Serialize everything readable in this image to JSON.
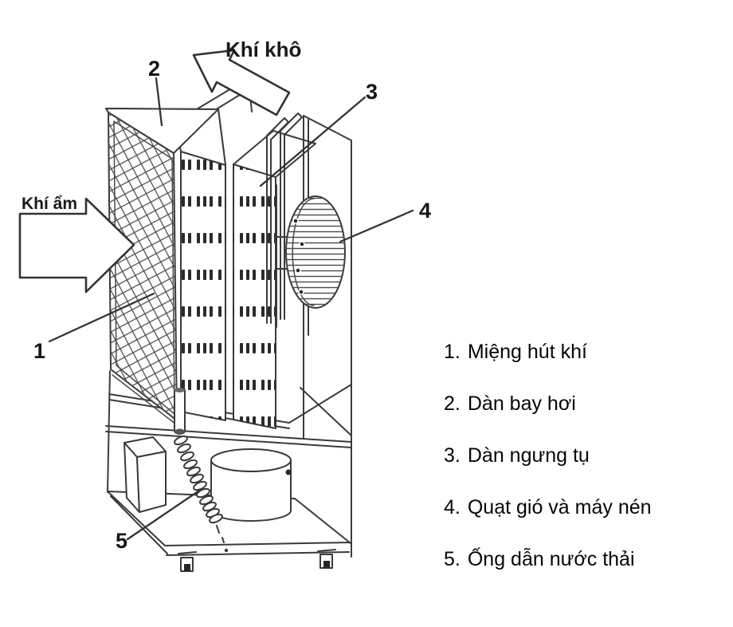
{
  "diagram": {
    "labels": {
      "dry_air": "Khí khô",
      "humid_air": "Khí ẩm"
    },
    "part_numbers": {
      "n1": "1",
      "n2": "2",
      "n3": "3",
      "n4": "4",
      "n5": "5"
    },
    "legend": {
      "items": [
        {
          "number": "1.",
          "label": "Miệng hút khí"
        },
        {
          "number": "2.",
          "label": "Dàn bay hơi"
        },
        {
          "number": "3.",
          "label": "Dàn ngưng tụ"
        },
        {
          "number": "4.",
          "label": "Quạt gió và máy nén"
        },
        {
          "number": "5.",
          "label": "Ống dẫn nước thải"
        }
      ]
    }
  },
  "colors": {
    "background": "#ffffff",
    "line": "#3b3b3b",
    "text": "#0a0a0a"
  }
}
